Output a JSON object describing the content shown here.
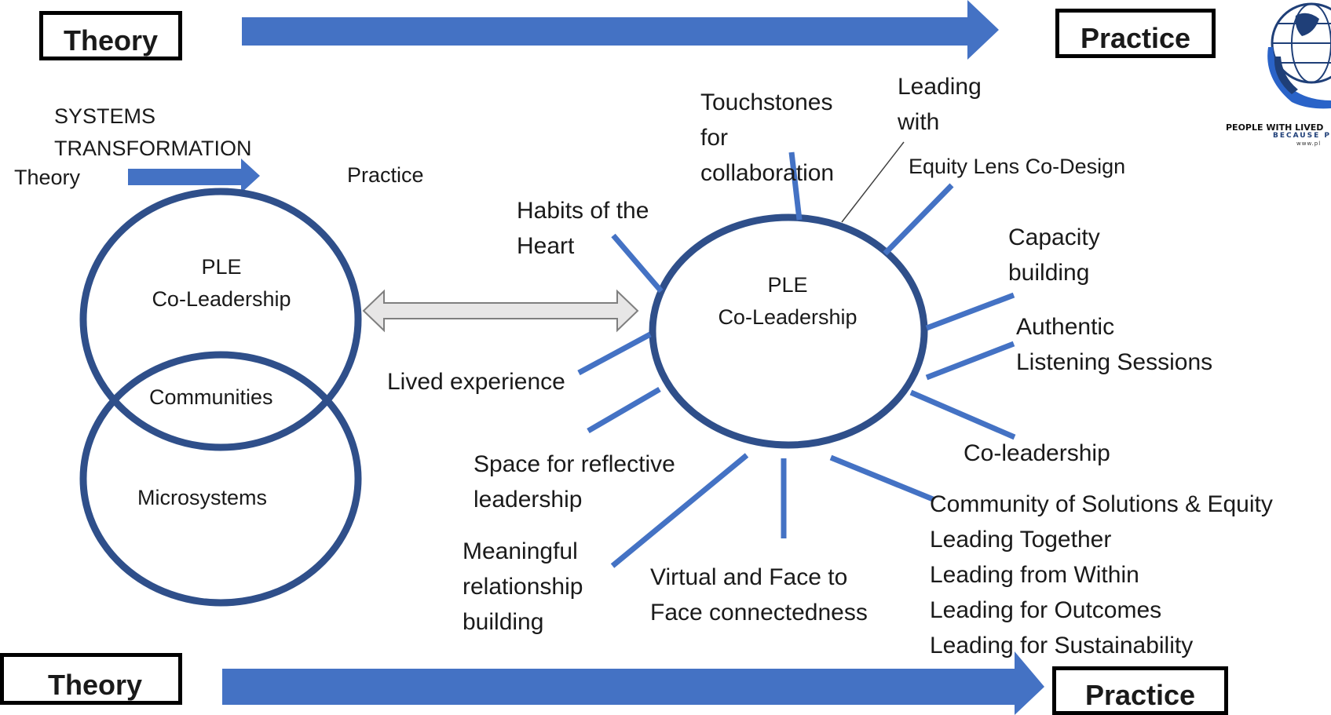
{
  "top_banner": {
    "left_label": "Theory",
    "right_label": "Practice"
  },
  "bottom_banner": {
    "left_label": "Theory",
    "right_label": "Practice"
  },
  "systems": {
    "heading_line1": "SYSTEMS",
    "heading_line2": "TRANSFORMATION",
    "from_label": "Theory",
    "to_label": "Practice",
    "upper_circle_line1": "PLE",
    "upper_circle_line2": "Co-Leadership",
    "overlap_label": "Communities",
    "lower_circle_label": "Microsystems"
  },
  "hub": {
    "line1": "PLE",
    "line2": "Co-Leadership",
    "spokes": {
      "touchstones": [
        "Touchstones",
        "for",
        "collaboration"
      ],
      "leading_with": [
        "Leading",
        "with"
      ],
      "equity_lens": "Equity Lens Co-Design",
      "capacity": [
        "Capacity",
        "building"
      ],
      "authentic": [
        "Authentic",
        "Listening Sessions"
      ],
      "co_leadership": "Co-leadership",
      "community": [
        "Community of Solutions & Equity",
        "Leading Together",
        "Leading from Within",
        "Leading for Outcomes",
        "Leading for Sustainability"
      ],
      "virtual": [
        "Virtual and Face to",
        "Face connectedness"
      ],
      "meaningful": [
        "Meaningful",
        "relationship",
        "building"
      ],
      "reflective": [
        "Space for reflective",
        "leadership"
      ],
      "lived": "Lived experience",
      "habits": [
        "Habits of the",
        "Heart"
      ]
    }
  },
  "logo": {
    "text_line1": "PEOPLE WITH LIVED",
    "text_line2": "BECAUSE P",
    "text_line3": "www.pl"
  },
  "colors": {
    "arrow": "#4472C4",
    "circle": "#2F4F8A",
    "spoke": "#4472C4",
    "double_arrow_fill": "#E7E6E6"
  }
}
